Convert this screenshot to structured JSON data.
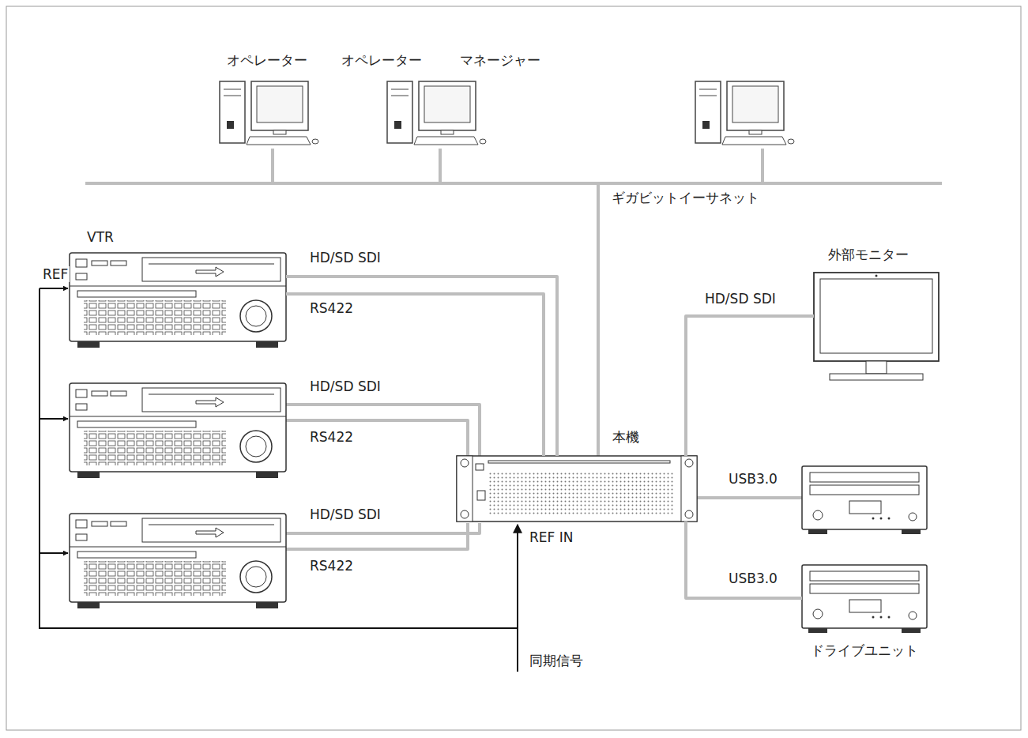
{
  "diagram": {
    "nodes": [
      {
        "text": [
          "VTR"
        ]
      },
      {
        "text": [
          "本機"
        ]
      },
      {
        "text": [
          "外部モニター"
        ]
      },
      {
        "text": [
          "ドライブユニット"
        ]
      }
    ],
    "edges": [
      {
        "from": 0,
        "to": 1,
        "label": "HD/SD SDI",
        "arrow": "none"
      },
      {
        "from": 0,
        "to": 1,
        "label": "RS422",
        "arrow": "none"
      },
      {
        "from": 1,
        "to": 2,
        "label": "HD/SD SDI",
        "arrow": "none"
      },
      {
        "from": 1,
        "to": 3,
        "label": "USB3.0",
        "arrow": "none"
      }
    ],
    "labels": [
      "オペレーター",
      "オペレーター",
      "マネージャー",
      "ギガビットイーサネット",
      "REF",
      "HD/SD SDI",
      "RS422",
      "HD/SD SDI",
      "RS422",
      "REF IN",
      "USB3.0",
      "同期信号"
    ]
  }
}
